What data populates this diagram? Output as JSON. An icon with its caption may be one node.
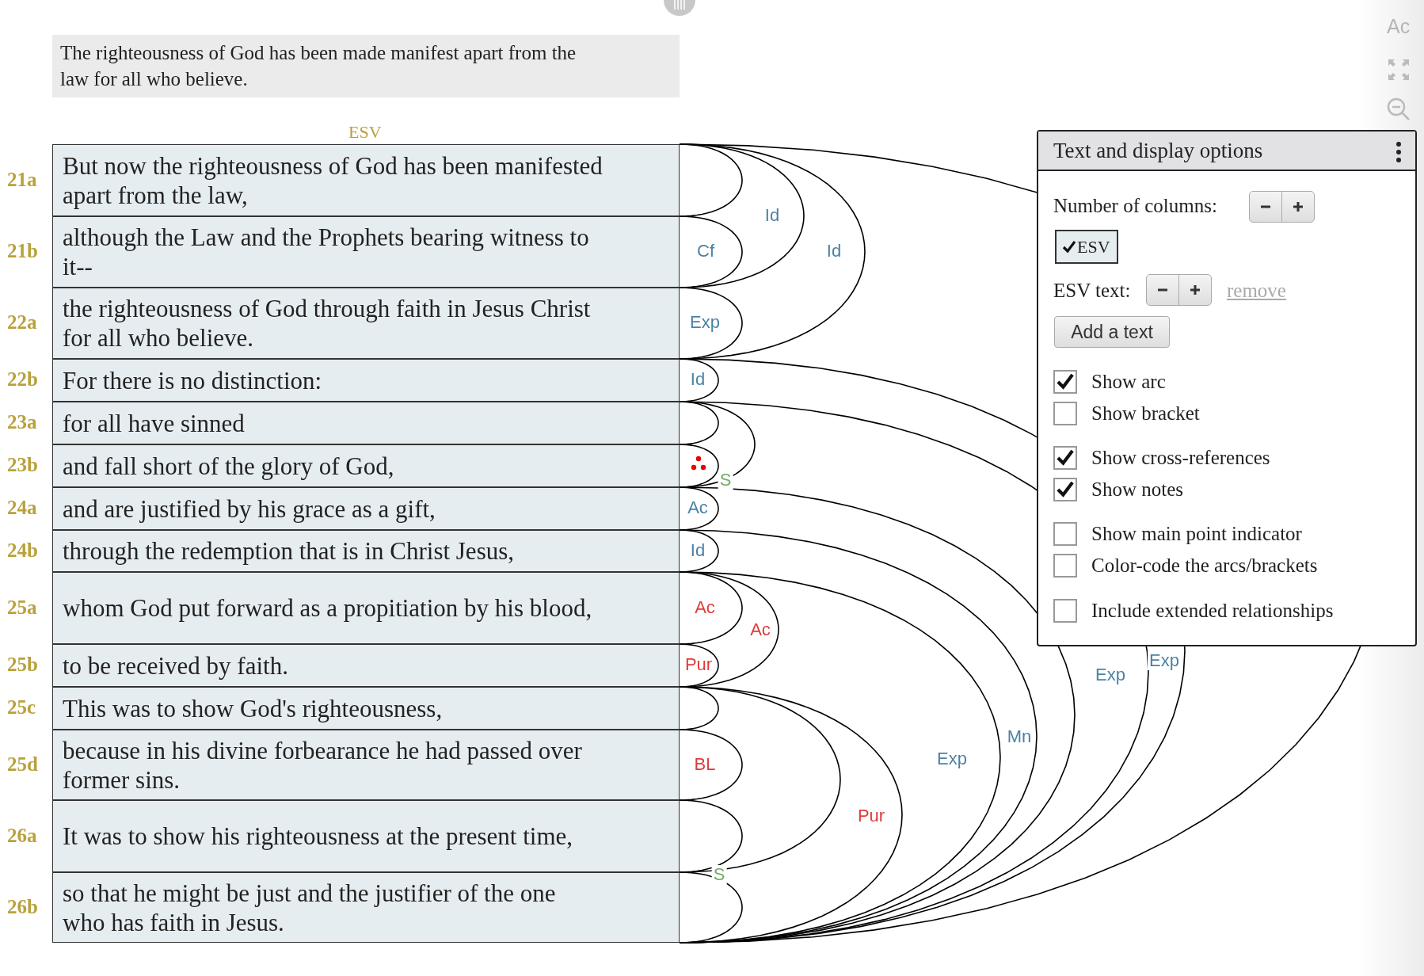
{
  "diagram": {
    "nodes": [
      {
        "text": [
          "The righteousness of God has been made manifest apart from the law for all who believe."
        ]
      },
      {
        "text": [
          "But now the righteousness of God has been manifested apart from the law,"
        ],
        "beside": [
          "21a"
        ]
      },
      {
        "text": [
          "although the Law and the Prophets bearing witness to it--"
        ],
        "beside": [
          "21b"
        ]
      },
      {
        "text": [
          "the righteousness of God through faith in Jesus Christ for all who believe."
        ],
        "beside": [
          "22a"
        ]
      },
      {
        "text": [
          "For there is no distinction:"
        ],
        "beside": [
          "22b"
        ]
      },
      {
        "text": [
          "for all have sinned"
        ],
        "beside": [
          "23a"
        ]
      },
      {
        "text": [
          "and fall short of the glory of God,"
        ],
        "beside": [
          "23b"
        ]
      },
      {
        "text": [
          "and are justified by his grace as a gift,"
        ],
        "beside": [
          "24a"
        ]
      },
      {
        "text": [
          "through the redemption that is in Christ Jesus,"
        ],
        "beside": [
          "24b"
        ]
      },
      {
        "text": [
          "whom God put forward as a propitiation by his blood,"
        ],
        "beside": [
          "25a"
        ]
      },
      {
        "text": [
          "to be received by faith."
        ],
        "beside": [
          "25b"
        ]
      },
      {
        "text": [
          "This was to show God's righteousness,"
        ],
        "beside": [
          "25c"
        ]
      },
      {
        "text": [
          "because in his divine forbearance he had passed over former sins."
        ],
        "beside": [
          "25d"
        ]
      },
      {
        "text": [
          "It was to show his righteousness at the present time,"
        ],
        "beside": [
          "26a"
        ]
      },
      {
        "text": [
          "so that he might be just and the justifier of the one who has faith in Jesus."
        ],
        "beside": [
          "26b"
        ]
      }
    ],
    "edges": [
      {
        "from": 1,
        "to": 1,
        "arrow": "none"
      },
      {
        "from": 2,
        "to": 2,
        "arrow": "none",
        "label": "Cf"
      },
      {
        "from": 1,
        "to": 2,
        "arrow": "none",
        "label": "Id"
      },
      {
        "from": 3,
        "to": 3,
        "arrow": "none",
        "label": "Exp"
      },
      {
        "from": 1,
        "to": 3,
        "arrow": "none",
        "label": "Id"
      },
      {
        "from": 4,
        "to": 4,
        "arrow": "none",
        "label": "Id"
      },
      {
        "from": 5,
        "to": 5,
        "arrow": "none"
      },
      {
        "from": 6,
        "to": 6,
        "arrow": "none"
      },
      {
        "from": 5,
        "to": 6,
        "arrow": "none",
        "label": "S"
      },
      {
        "from": 7,
        "to": 7,
        "arrow": "none",
        "label": "Ac"
      },
      {
        "from": 8,
        "to": 8,
        "arrow": "none",
        "label": "Id"
      },
      {
        "from": 9,
        "to": 9,
        "arrow": "none",
        "label": "Ac"
      },
      {
        "from": 10,
        "to": 10,
        "arrow": "none",
        "label": "Pur"
      },
      {
        "from": 9,
        "to": 10,
        "arrow": "none",
        "label": "Ac"
      },
      {
        "from": 11,
        "to": 11,
        "arrow": "none"
      },
      {
        "from": 12,
        "to": 12,
        "arrow": "none",
        "label": "BL"
      },
      {
        "from": 13,
        "to": 13,
        "arrow": "none"
      },
      {
        "from": 14,
        "to": 14,
        "arrow": "none"
      },
      {
        "from": 11,
        "to": 13,
        "arrow": "none",
        "label": "S"
      },
      {
        "from": 11,
        "to": 14,
        "arrow": "none",
        "label": "Pur"
      },
      {
        "from": 9,
        "to": 14,
        "arrow": "none",
        "label": "Exp"
      },
      {
        "from": 8,
        "to": 14,
        "arrow": "none",
        "label": "Mn"
      },
      {
        "from": 7,
        "to": 14,
        "arrow": "none"
      },
      {
        "from": 5,
        "to": 14,
        "arrow": "none",
        "label": "Exp"
      },
      {
        "from": 4,
        "to": 14,
        "arrow": "none",
        "label": "Exp"
      },
      {
        "from": 1,
        "to": 14,
        "arrow": "none"
      }
    ],
    "labels": [
      "Ac",
      "ESV",
      "Text and display options",
      "Number of columns:",
      "ESV",
      "ESV text:",
      "remove",
      "Add a text",
      "Show arc",
      "Show bracket",
      "Show cross-references",
      "Show notes",
      "Show main point indicator",
      "Color-code the arcs/brackets",
      "Include extended relationships"
    ]
  }
}
